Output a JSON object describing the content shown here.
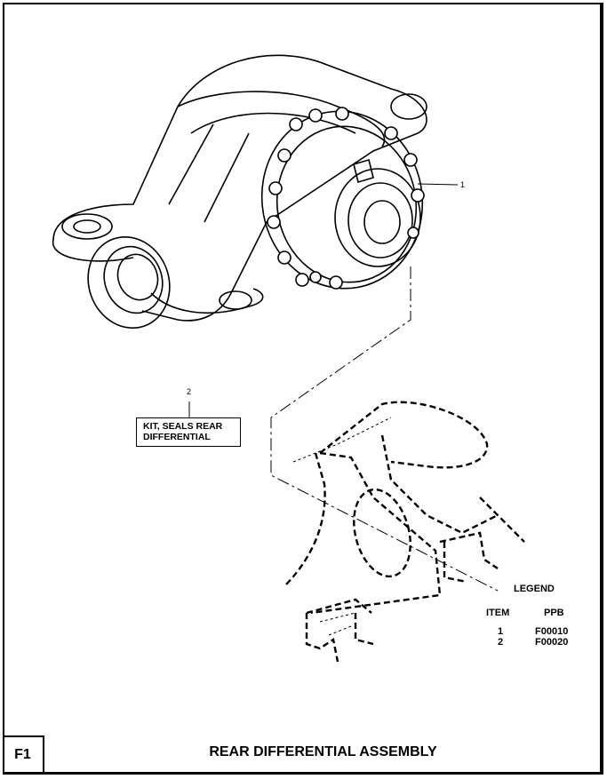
{
  "callouts": {
    "item1": "1",
    "item2": "2"
  },
  "kit_label": {
    "line1": "KIT, SEALS REAR",
    "line2": "DIFFERENTIAL"
  },
  "legend": {
    "title": "LEGEND",
    "headers": [
      "ITEM",
      "PPB"
    ],
    "rows": [
      {
        "item": "1",
        "ppb": "F00010"
      },
      {
        "item": "2",
        "ppb": "F00020"
      }
    ]
  },
  "figure_id": "F1",
  "figure_title": "REAR DIFFERENTIAL ASSEMBLY"
}
